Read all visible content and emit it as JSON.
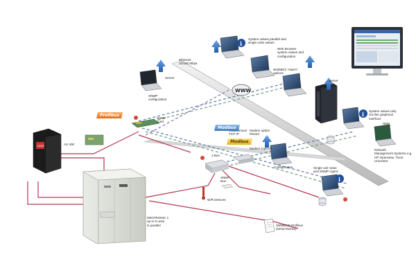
{
  "labels": {
    "ethernet": "Ethernet\n10/100 Mbps",
    "server_left": "Server",
    "snmp_config": "SNMP\nconfiguration",
    "system_values": "System values parallel and\nsingle units values",
    "web_browser": "Web Browser\nsystem values and\nconfiguration",
    "wemis": "W3/ME/2 \"Alarm\"\noptions",
    "server_right": "Server",
    "system_values_only": "System values only\nOn-line graphical\ninterface",
    "nms": "NMS",
    "network_mgmt": "Network\nManagement Systems e.g.\nHP Openview, Tivoli, Unicenter",
    "snmp_card": "SNMP\nCard",
    "modbus_tcp": "Modbus/over\nTCP IP",
    "jbus": "J-Bus",
    "modem": "Modem option\nRS232",
    "modem_lower": "Modem (option)",
    "configuration": "Configuration",
    "snmp_box": "SNMP\nBox",
    "wr_devices": "W/R Devices",
    "single_unit": "Single unit value\nand SNMP Agent",
    "as400": "AS 400",
    "siemens_pi": "SIEMENS Profibus\n(serial RS232)",
    "ups_caption": "DENTRONIC 1\nup to 6 units\nin parallel"
  },
  "tags": {
    "profibus": "Profibus",
    "modbus_blue": "Modbus",
    "modbus_yellow": "Modbus"
  },
  "icons": {
    "www": "WWW",
    "info": "i",
    "as400_screen": "DENT"
  },
  "colors": {
    "network_cable": "#c9c9c9",
    "serial_line": "#b5344c",
    "data_dash_blue": "#5a77a8",
    "data_dash_green": "#6c9b7a",
    "arrow_blue": "#2f6fbf"
  }
}
